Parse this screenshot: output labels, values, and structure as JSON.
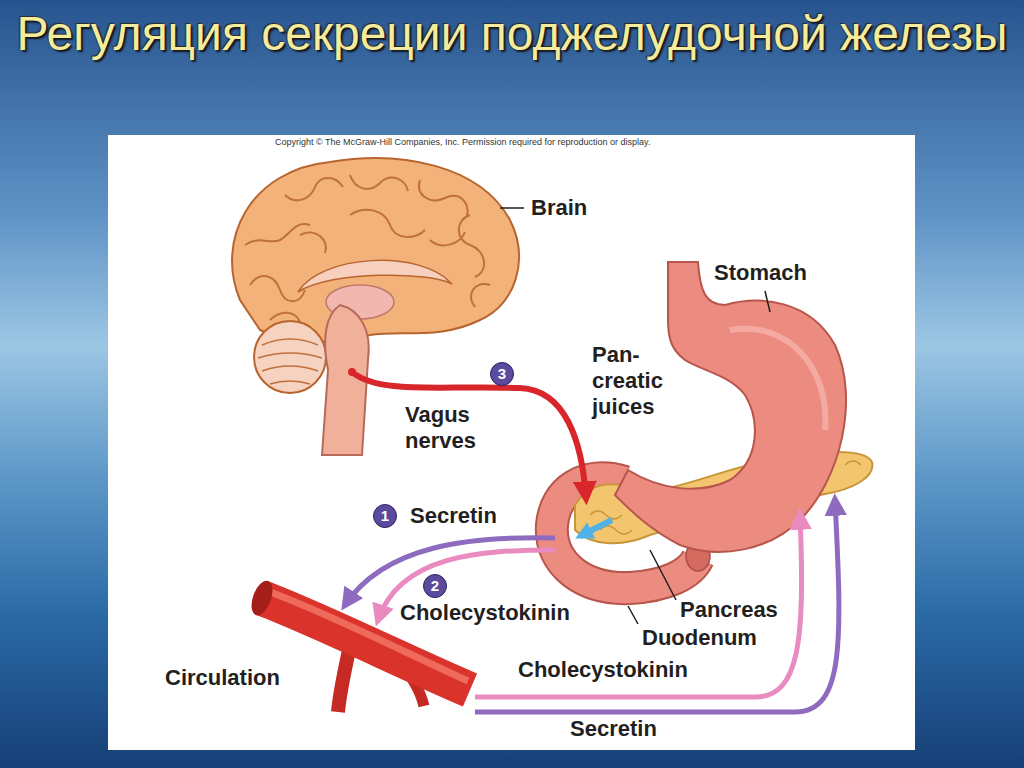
{
  "diagram": {
    "title": "Регуляция секреции поджелудочной железы",
    "labels": [
      "Copyright © The McGraw-Hill Companies, Inc. Permission required for reproduction or display.",
      "Brain",
      "Stomach",
      "Pan- creatic juices",
      "3",
      "Vagus nerves",
      "1",
      "Secretin",
      "2",
      "Cholecystokinin",
      "Pancreas",
      "Duodenum",
      "Circulation",
      "Cholecystokinin",
      "Secretin"
    ]
  }
}
